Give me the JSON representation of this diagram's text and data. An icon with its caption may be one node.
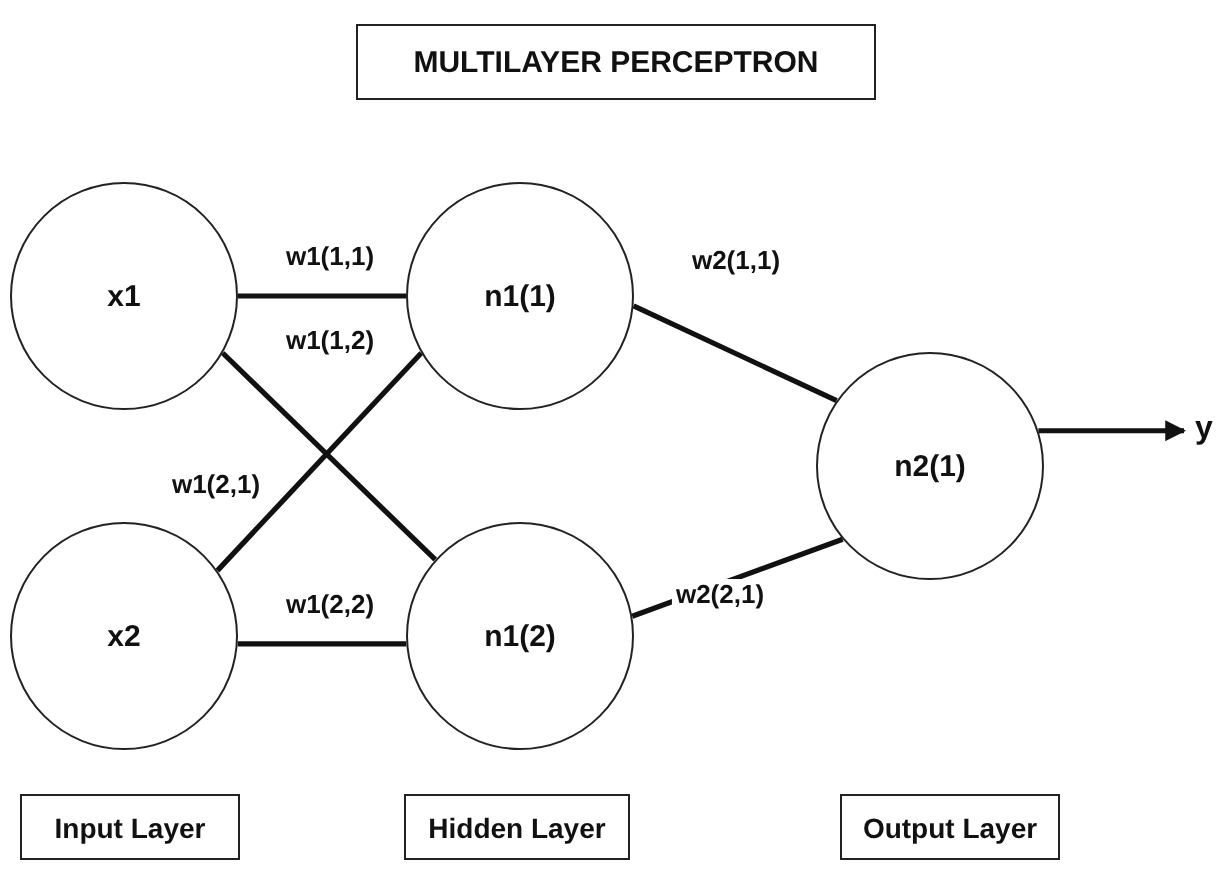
{
  "diagram": {
    "title": "MULTILAYER PERCEPTRON",
    "nodes": [
      {
        "text": [
          "x1"
        ]
      },
      {
        "text": [
          "x2"
        ]
      },
      {
        "text": [
          "n1(1)"
        ]
      },
      {
        "text": [
          "n1(2)"
        ]
      },
      {
        "text": [
          "n2(1)"
        ]
      },
      {
        "text": [
          "y"
        ]
      },
      {
        "text": [
          "Input Layer"
        ]
      },
      {
        "text": [
          "Hidden Layer"
        ]
      },
      {
        "text": [
          "Output Layer"
        ]
      }
    ],
    "edges": [
      {
        "from": 0,
        "to": 2,
        "arrow": "none",
        "label": "w1(1,1)"
      },
      {
        "from": 0,
        "to": 3,
        "arrow": "none",
        "label": "w1(1,2)"
      },
      {
        "from": 1,
        "to": 2,
        "arrow": "none",
        "label": "w1(2,1)"
      },
      {
        "from": 1,
        "to": 3,
        "arrow": "none",
        "label": "w1(2,2)"
      },
      {
        "from": 2,
        "to": 4,
        "arrow": "none",
        "label": "w2(1,1)"
      },
      {
        "from": 3,
        "to": 4,
        "arrow": "none",
        "label": "w2(2,1)"
      },
      {
        "from": 4,
        "to": 5,
        "arrow": "to"
      }
    ]
  }
}
